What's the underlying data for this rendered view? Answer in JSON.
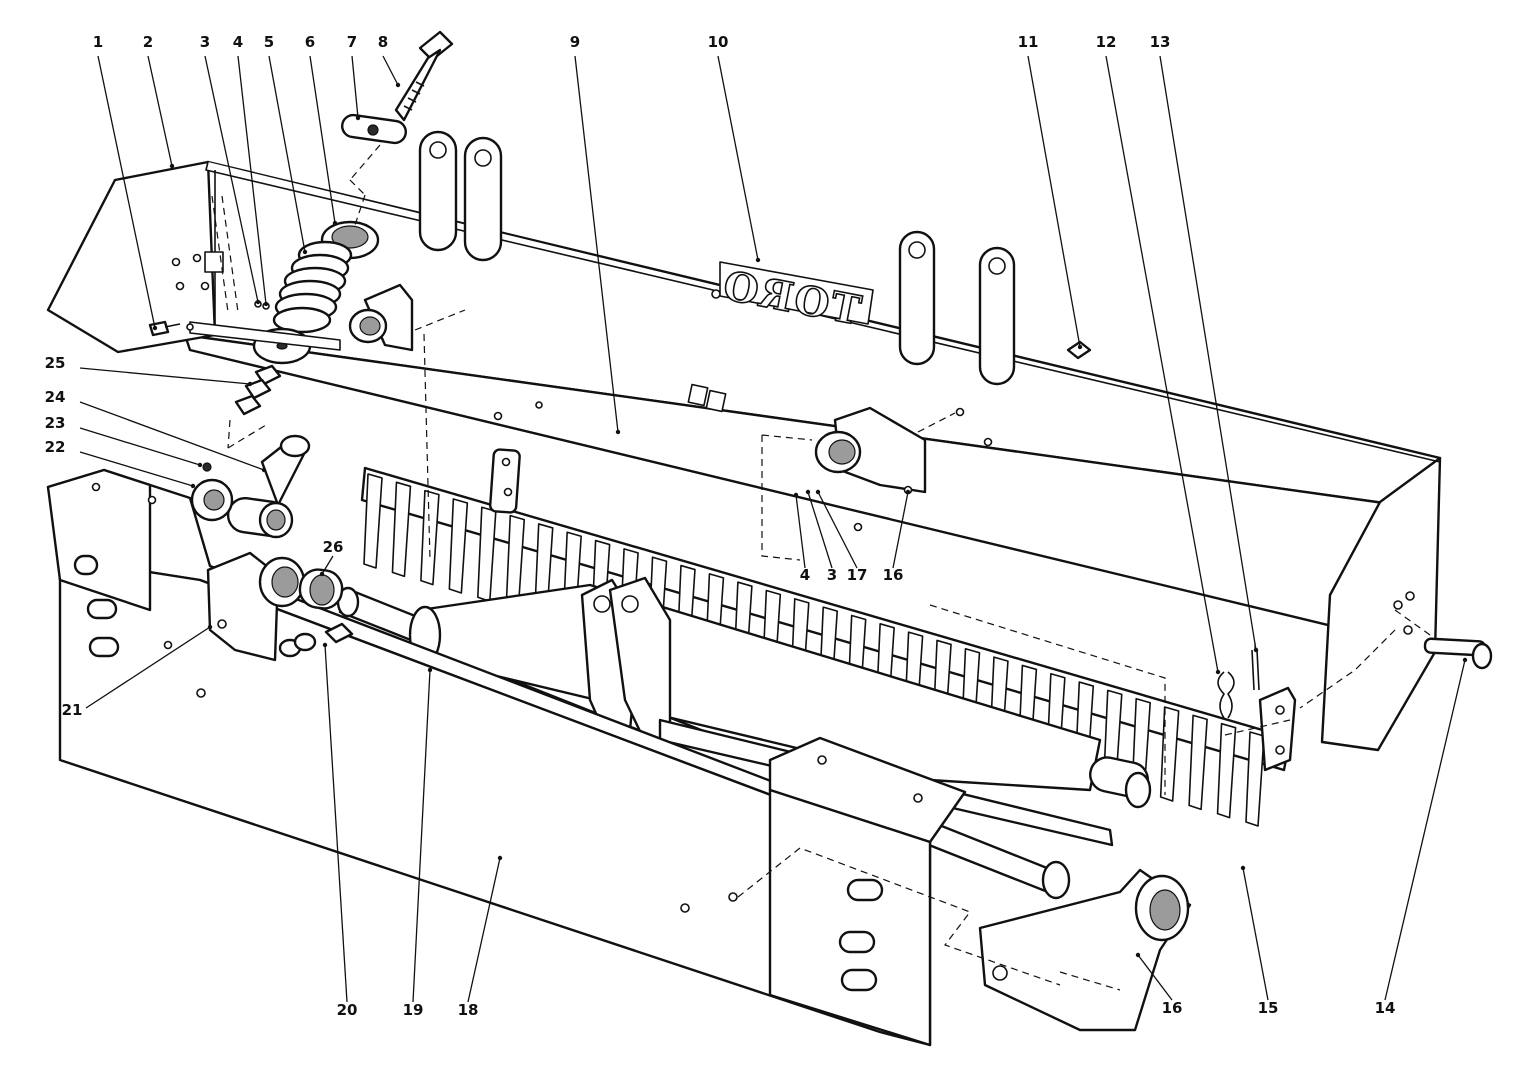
{
  "brand_label": "TORO",
  "callouts": [
    {
      "id": "1",
      "label": "1"
    },
    {
      "id": "2",
      "label": "2"
    },
    {
      "id": "3",
      "label": "3"
    },
    {
      "id": "4",
      "label": "4"
    },
    {
      "id": "5",
      "label": "5"
    },
    {
      "id": "6",
      "label": "6"
    },
    {
      "id": "7",
      "label": "7"
    },
    {
      "id": "8",
      "label": "8"
    },
    {
      "id": "9",
      "label": "9"
    },
    {
      "id": "10",
      "label": "10"
    },
    {
      "id": "11",
      "label": "11"
    },
    {
      "id": "12",
      "label": "12"
    },
    {
      "id": "13",
      "label": "13"
    },
    {
      "id": "14",
      "label": "14"
    },
    {
      "id": "15",
      "label": "15"
    },
    {
      "id": "16a",
      "label": "16"
    },
    {
      "id": "16b",
      "label": "16"
    },
    {
      "id": "17",
      "label": "17"
    },
    {
      "id": "3b",
      "label": "3"
    },
    {
      "id": "4b",
      "label": "4"
    },
    {
      "id": "18",
      "label": "18"
    },
    {
      "id": "19",
      "label": "19"
    },
    {
      "id": "20",
      "label": "20"
    },
    {
      "id": "21",
      "label": "21"
    },
    {
      "id": "22",
      "label": "22"
    },
    {
      "id": "23",
      "label": "23"
    },
    {
      "id": "24",
      "label": "24"
    },
    {
      "id": "25",
      "label": "25"
    },
    {
      "id": "26",
      "label": "26"
    }
  ]
}
